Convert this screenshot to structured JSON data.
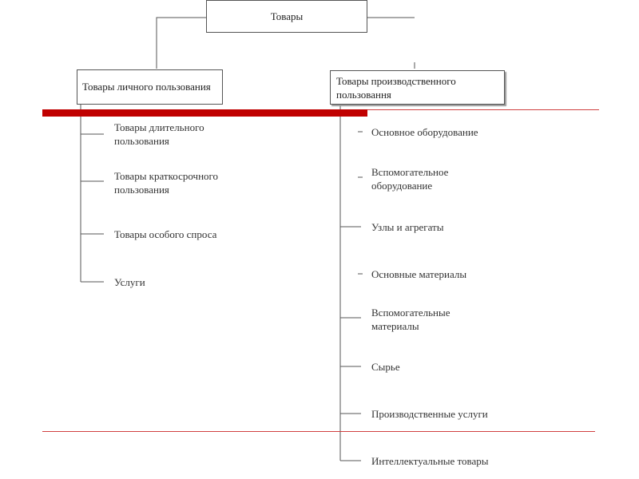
{
  "root": {
    "label": "Товары"
  },
  "left": {
    "label": "Товары личного пользования",
    "items": [
      "Товары длительного пользования",
      "Товары краткосрочного пользования",
      "Товары особого спроса",
      "Услуги"
    ]
  },
  "right": {
    "label": "Товары производственного пользовання",
    "items": [
      "Основное оборудование",
      "Вспомогательное оборудование",
      "Узлы и агрегаты",
      "Основные материалы",
      "Вспомогательные материалы",
      "Сырье",
      "Производственные услуги",
      "Интеллектуальные товары"
    ]
  },
  "colors": {
    "accent": "#c00000",
    "line": "#555555"
  }
}
